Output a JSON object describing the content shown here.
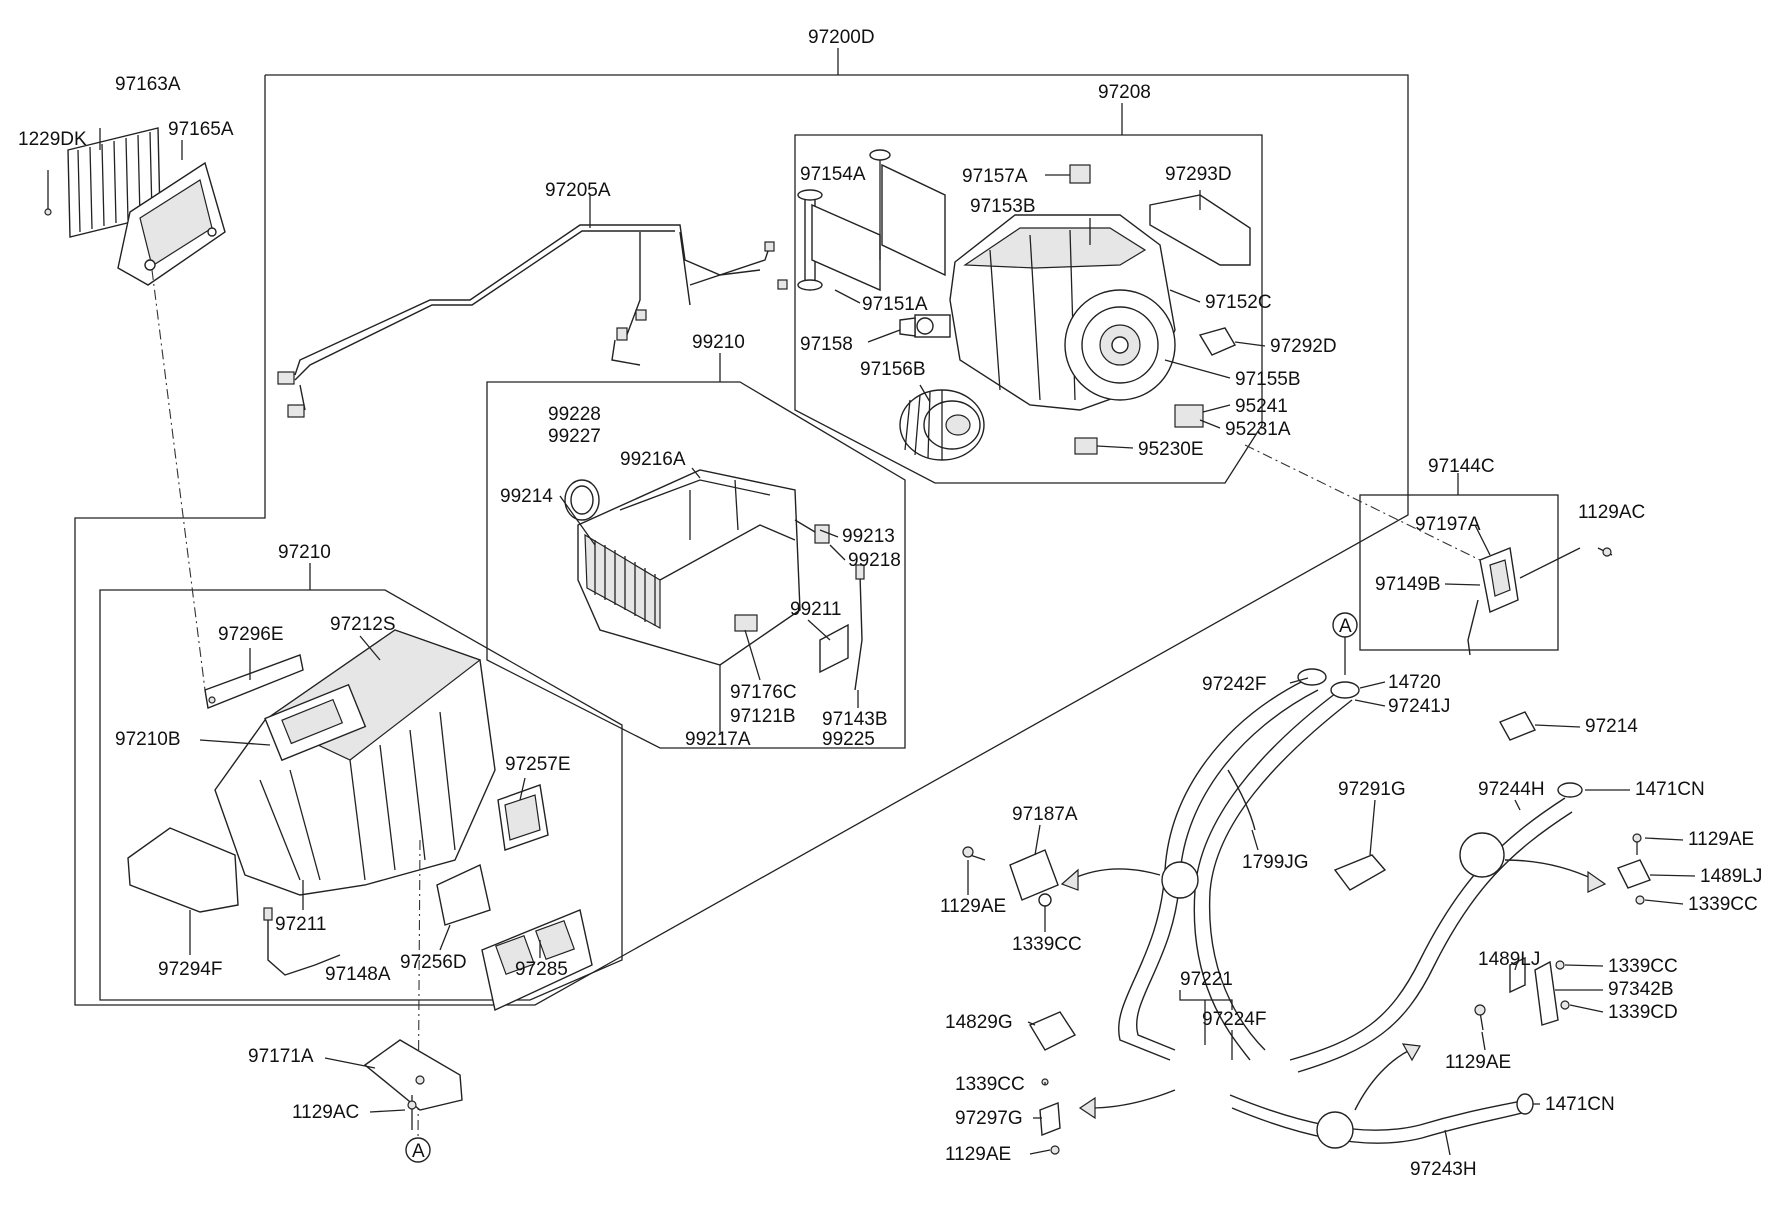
{
  "diagram": {
    "labels": {
      "l97200D": "97200D",
      "l97208": "97208",
      "l97163A": "97163A",
      "l1229DK": "1229DK",
      "l97165A": "97165A",
      "l97205A": "97205A",
      "l97154A": "97154A",
      "l97157A": "97157A",
      "l97153B": "97153B",
      "l97293D": "97293D",
      "l97151A": "97151A",
      "l97152C": "97152C",
      "l97158": "97158",
      "l97292D": "97292D",
      "l97156B": "97156B",
      "l97155B": "97155B",
      "l95241": "95241",
      "l95231A": "95231A",
      "l95230E": "95230E",
      "l99210": "99210",
      "l99228": "99228",
      "l99227": "99227",
      "l99216A": "99216A",
      "l99214": "99214",
      "l99213": "99213",
      "l99218": "99218",
      "l99211": "99211",
      "l97176C": "97176C",
      "l97121B": "97121B",
      "l97143B": "97143B",
      "l99217A": "99217A",
      "l99225": "99225",
      "l97144C": "97144C",
      "l97197A": "97197A",
      "l1129AC_r": "1129AC",
      "l97149B": "97149B",
      "l97210": "97210",
      "l97296E": "97296E",
      "l97212S": "97212S",
      "l97210B": "97210B",
      "l97257E": "97257E",
      "l97211": "97211",
      "l97294F": "97294F",
      "l97256D": "97256D",
      "l97285": "97285",
      "l97148A": "97148A",
      "l97171A": "97171A",
      "l1129AC_b": "1129AC",
      "lA_bottom": "A",
      "lA_top": "A",
      "l97242F": "97242F",
      "l14720": "14720",
      "l97241J": "97241J",
      "l97214": "97214",
      "l97291G": "97291G",
      "l97244H": "97244H",
      "l1471CN_t": "1471CN",
      "l97187A": "97187A",
      "l1799JG": "1799JG",
      "l1129AE_r": "1129AE",
      "l1489LJ_r": "1489LJ",
      "l1339CC_r": "1339CC",
      "l1129AE_m": "1129AE",
      "l1339CC_m": "1339CC",
      "l1489LJ_b": "1489LJ",
      "l1339CC_b": "1339CC",
      "l97342B": "97342B",
      "l1339CD": "1339CD",
      "l97221": "97221",
      "l97224F": "97224F",
      "l14829G": "14829G",
      "l1129AE_b": "1129AE",
      "l1339CC_l": "1339CC",
      "l97297G": "97297G",
      "l1129AE_l": "1129AE",
      "l1471CN_b": "1471CN",
      "l97243H": "97243H"
    }
  }
}
